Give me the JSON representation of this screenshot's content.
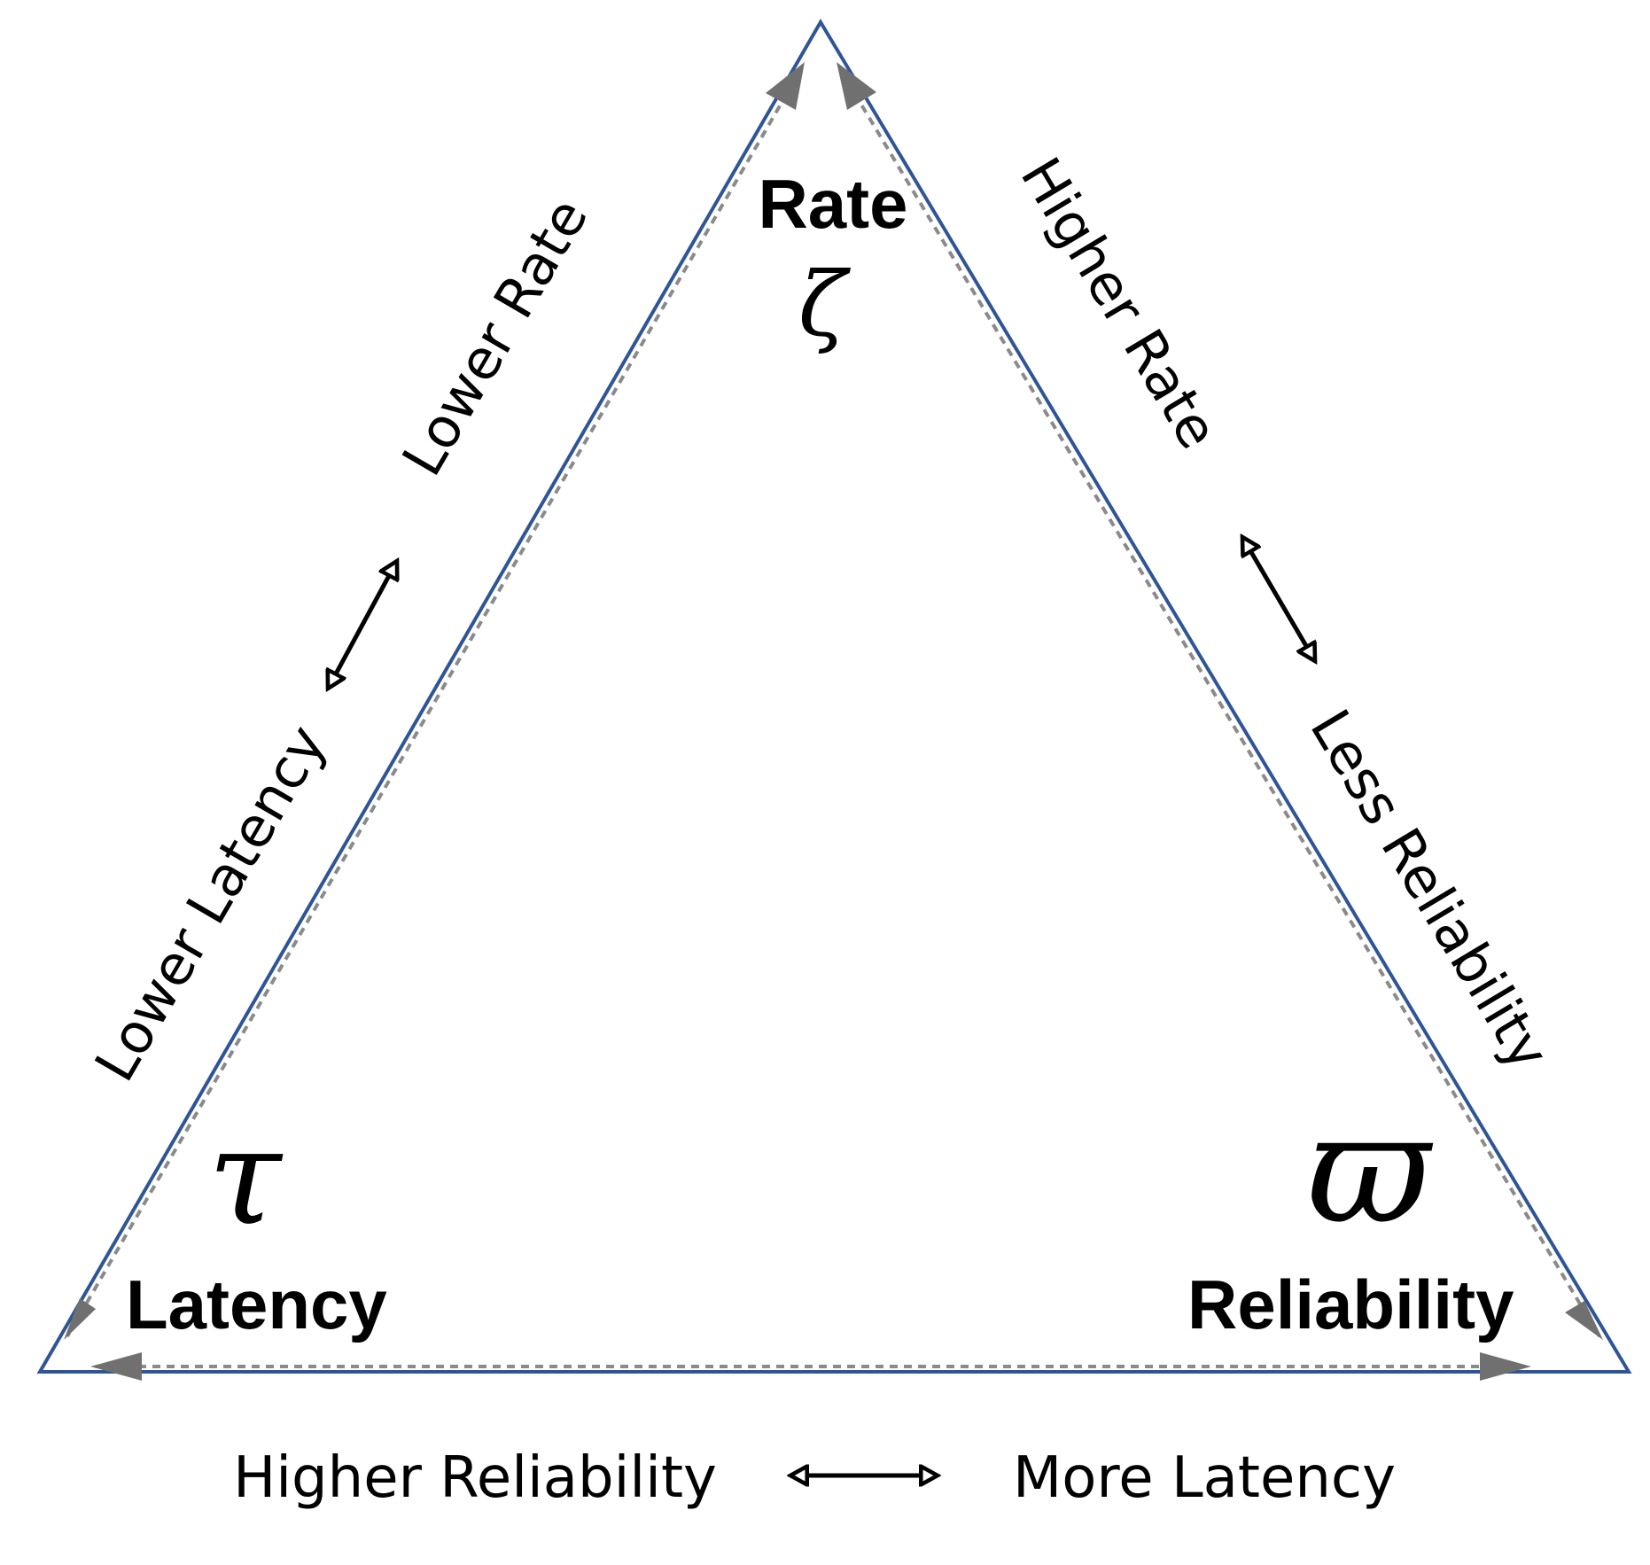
{
  "vertices": {
    "rate": {
      "label": "Rate",
      "symbol": "ζ"
    },
    "latency": {
      "label": "Latency",
      "symbol": "τ"
    },
    "reliability": {
      "label": "Reliability",
      "symbol": "ϖ"
    }
  },
  "edges": {
    "left": {
      "label_top": "Lower Rate",
      "label_bottom": "Lower Latency"
    },
    "right": {
      "label_top": "Higher Rate",
      "label_bottom": "Less Reliability"
    },
    "bottom": {
      "label_left": "Higher Reliability",
      "label_right": "More Latency"
    }
  },
  "colors": {
    "triangle_outline": "#2f5597",
    "triangle_inner_dash": "#808080",
    "edge_arrowhead": "#707070",
    "tradeoff_arrow": "#000000",
    "text": "#000000"
  },
  "icons": {
    "edge_arrowheads": "triangle-arrowhead-icon",
    "tradeoff_arrows": "double-headed-arrow-icon"
  }
}
